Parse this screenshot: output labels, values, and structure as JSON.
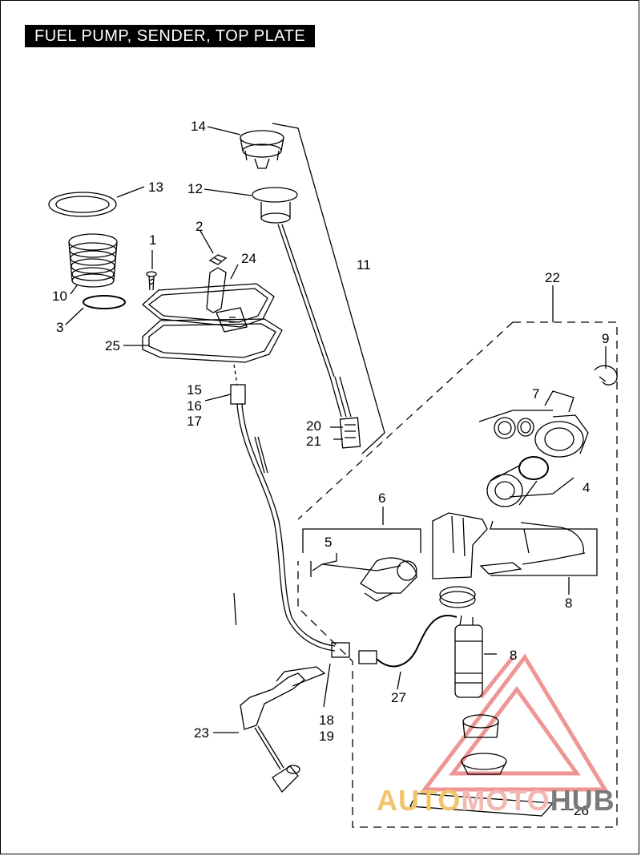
{
  "page": {
    "title": "FUEL PUMP, SENDER, TOP PLATE"
  },
  "callouts": [
    {
      "id": "c1",
      "label": "1"
    },
    {
      "id": "c2",
      "label": "2"
    },
    {
      "id": "c3",
      "label": "3"
    },
    {
      "id": "c4",
      "label": "4"
    },
    {
      "id": "c5",
      "label": "5"
    },
    {
      "id": "c6",
      "label": "6"
    },
    {
      "id": "c7",
      "label": "7"
    },
    {
      "id": "c8a",
      "label": "8"
    },
    {
      "id": "c8b",
      "label": "8"
    },
    {
      "id": "c9",
      "label": "9"
    },
    {
      "id": "c10",
      "label": "10"
    },
    {
      "id": "c11",
      "label": "11"
    },
    {
      "id": "c12",
      "label": "12"
    },
    {
      "id": "c13",
      "label": "13"
    },
    {
      "id": "c14",
      "label": "14"
    },
    {
      "id": "c15",
      "label": "15"
    },
    {
      "id": "c16",
      "label": "16"
    },
    {
      "id": "c17",
      "label": "17"
    },
    {
      "id": "c18",
      "label": "18"
    },
    {
      "id": "c19",
      "label": "19"
    },
    {
      "id": "c20",
      "label": "20"
    },
    {
      "id": "c21",
      "label": "21"
    },
    {
      "id": "c22",
      "label": "22"
    },
    {
      "id": "c23",
      "label": "23"
    },
    {
      "id": "c24",
      "label": "24"
    },
    {
      "id": "c25",
      "label": "25"
    },
    {
      "id": "c26",
      "label": "26"
    },
    {
      "id": "c27",
      "label": "27"
    }
  ],
  "watermark": {
    "part1": "AUTO",
    "part2": "MOTO",
    "part3": "HUB",
    "colors": {
      "auto": "#f2c46b",
      "moto": "#f2b9b3",
      "hub": "#7a7a7a",
      "triangle": "#e86a6a"
    }
  }
}
